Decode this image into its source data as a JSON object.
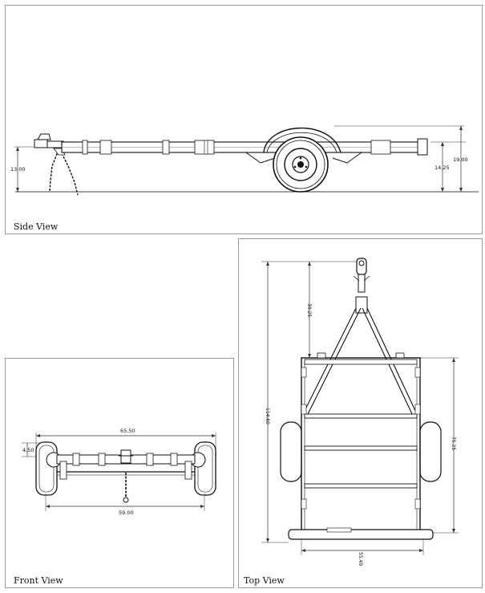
{
  "side": {
    "caption": "Side View",
    "dim_height_left": "13.00",
    "dim_height_axle": "14.25",
    "dim_height_total": "19.00"
  },
  "front": {
    "caption": "Front View",
    "dim_width_overall": "65.50",
    "dim_width_inner": "59.00",
    "dim_height": "4.50"
  },
  "top": {
    "caption": "Top View",
    "dim_length_total": "114.60",
    "dim_tongue": "39.25",
    "dim_frame_length": "75.25",
    "dim_frame_width": "55.49"
  }
}
